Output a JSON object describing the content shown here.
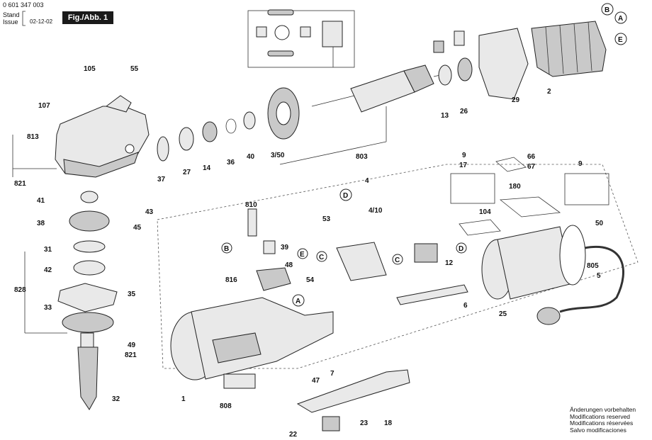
{
  "header": {
    "doc_number": "0 601 347 003",
    "stand_label": "Stand",
    "issue_label": "Issue",
    "date": "02-12-02",
    "figure_label": "Fig./Abb. 1"
  },
  "notes": {
    "line1": "Änderungen vorbehalten",
    "line2": "Modifications reserved",
    "line3": "Modifications réservées",
    "line4": "Salvo modificaciones"
  },
  "labels": {
    "n105": "105",
    "n55": "55",
    "n107": "107",
    "n813": "813",
    "n821a": "821",
    "n37": "37",
    "n27": "27",
    "n14": "14",
    "n36": "36",
    "n40": "40",
    "n3_50": "3/50",
    "n803": "803",
    "n13": "13",
    "n26": "26",
    "n29": "29",
    "n2": "2",
    "n41": "41",
    "n43": "43",
    "n38": "38",
    "n45": "45",
    "n31": "31",
    "n42": "42",
    "n828": "828",
    "n35": "35",
    "n33": "33",
    "n49": "49",
    "n821b": "821",
    "n32": "32",
    "n810": "810",
    "n39": "39",
    "n53": "53",
    "n4": "4",
    "n4_10": "4/10",
    "n9a": "9",
    "n17": "17",
    "n66": "66",
    "n67": "67",
    "n9b": "9",
    "n180": "180",
    "n104": "104",
    "n50": "50",
    "n48": "48",
    "n816": "816",
    "n54": "54",
    "n12": "12",
    "n6": "6",
    "n805": "805",
    "n5": "5",
    "n25": "25",
    "n1": "1",
    "n808": "808",
    "n47": "47",
    "n7": "7",
    "n22": "22",
    "n23": "23",
    "n18": "18"
  },
  "callouts": {
    "A": "A",
    "B": "B",
    "C": "C",
    "D": "D",
    "E": "E"
  }
}
